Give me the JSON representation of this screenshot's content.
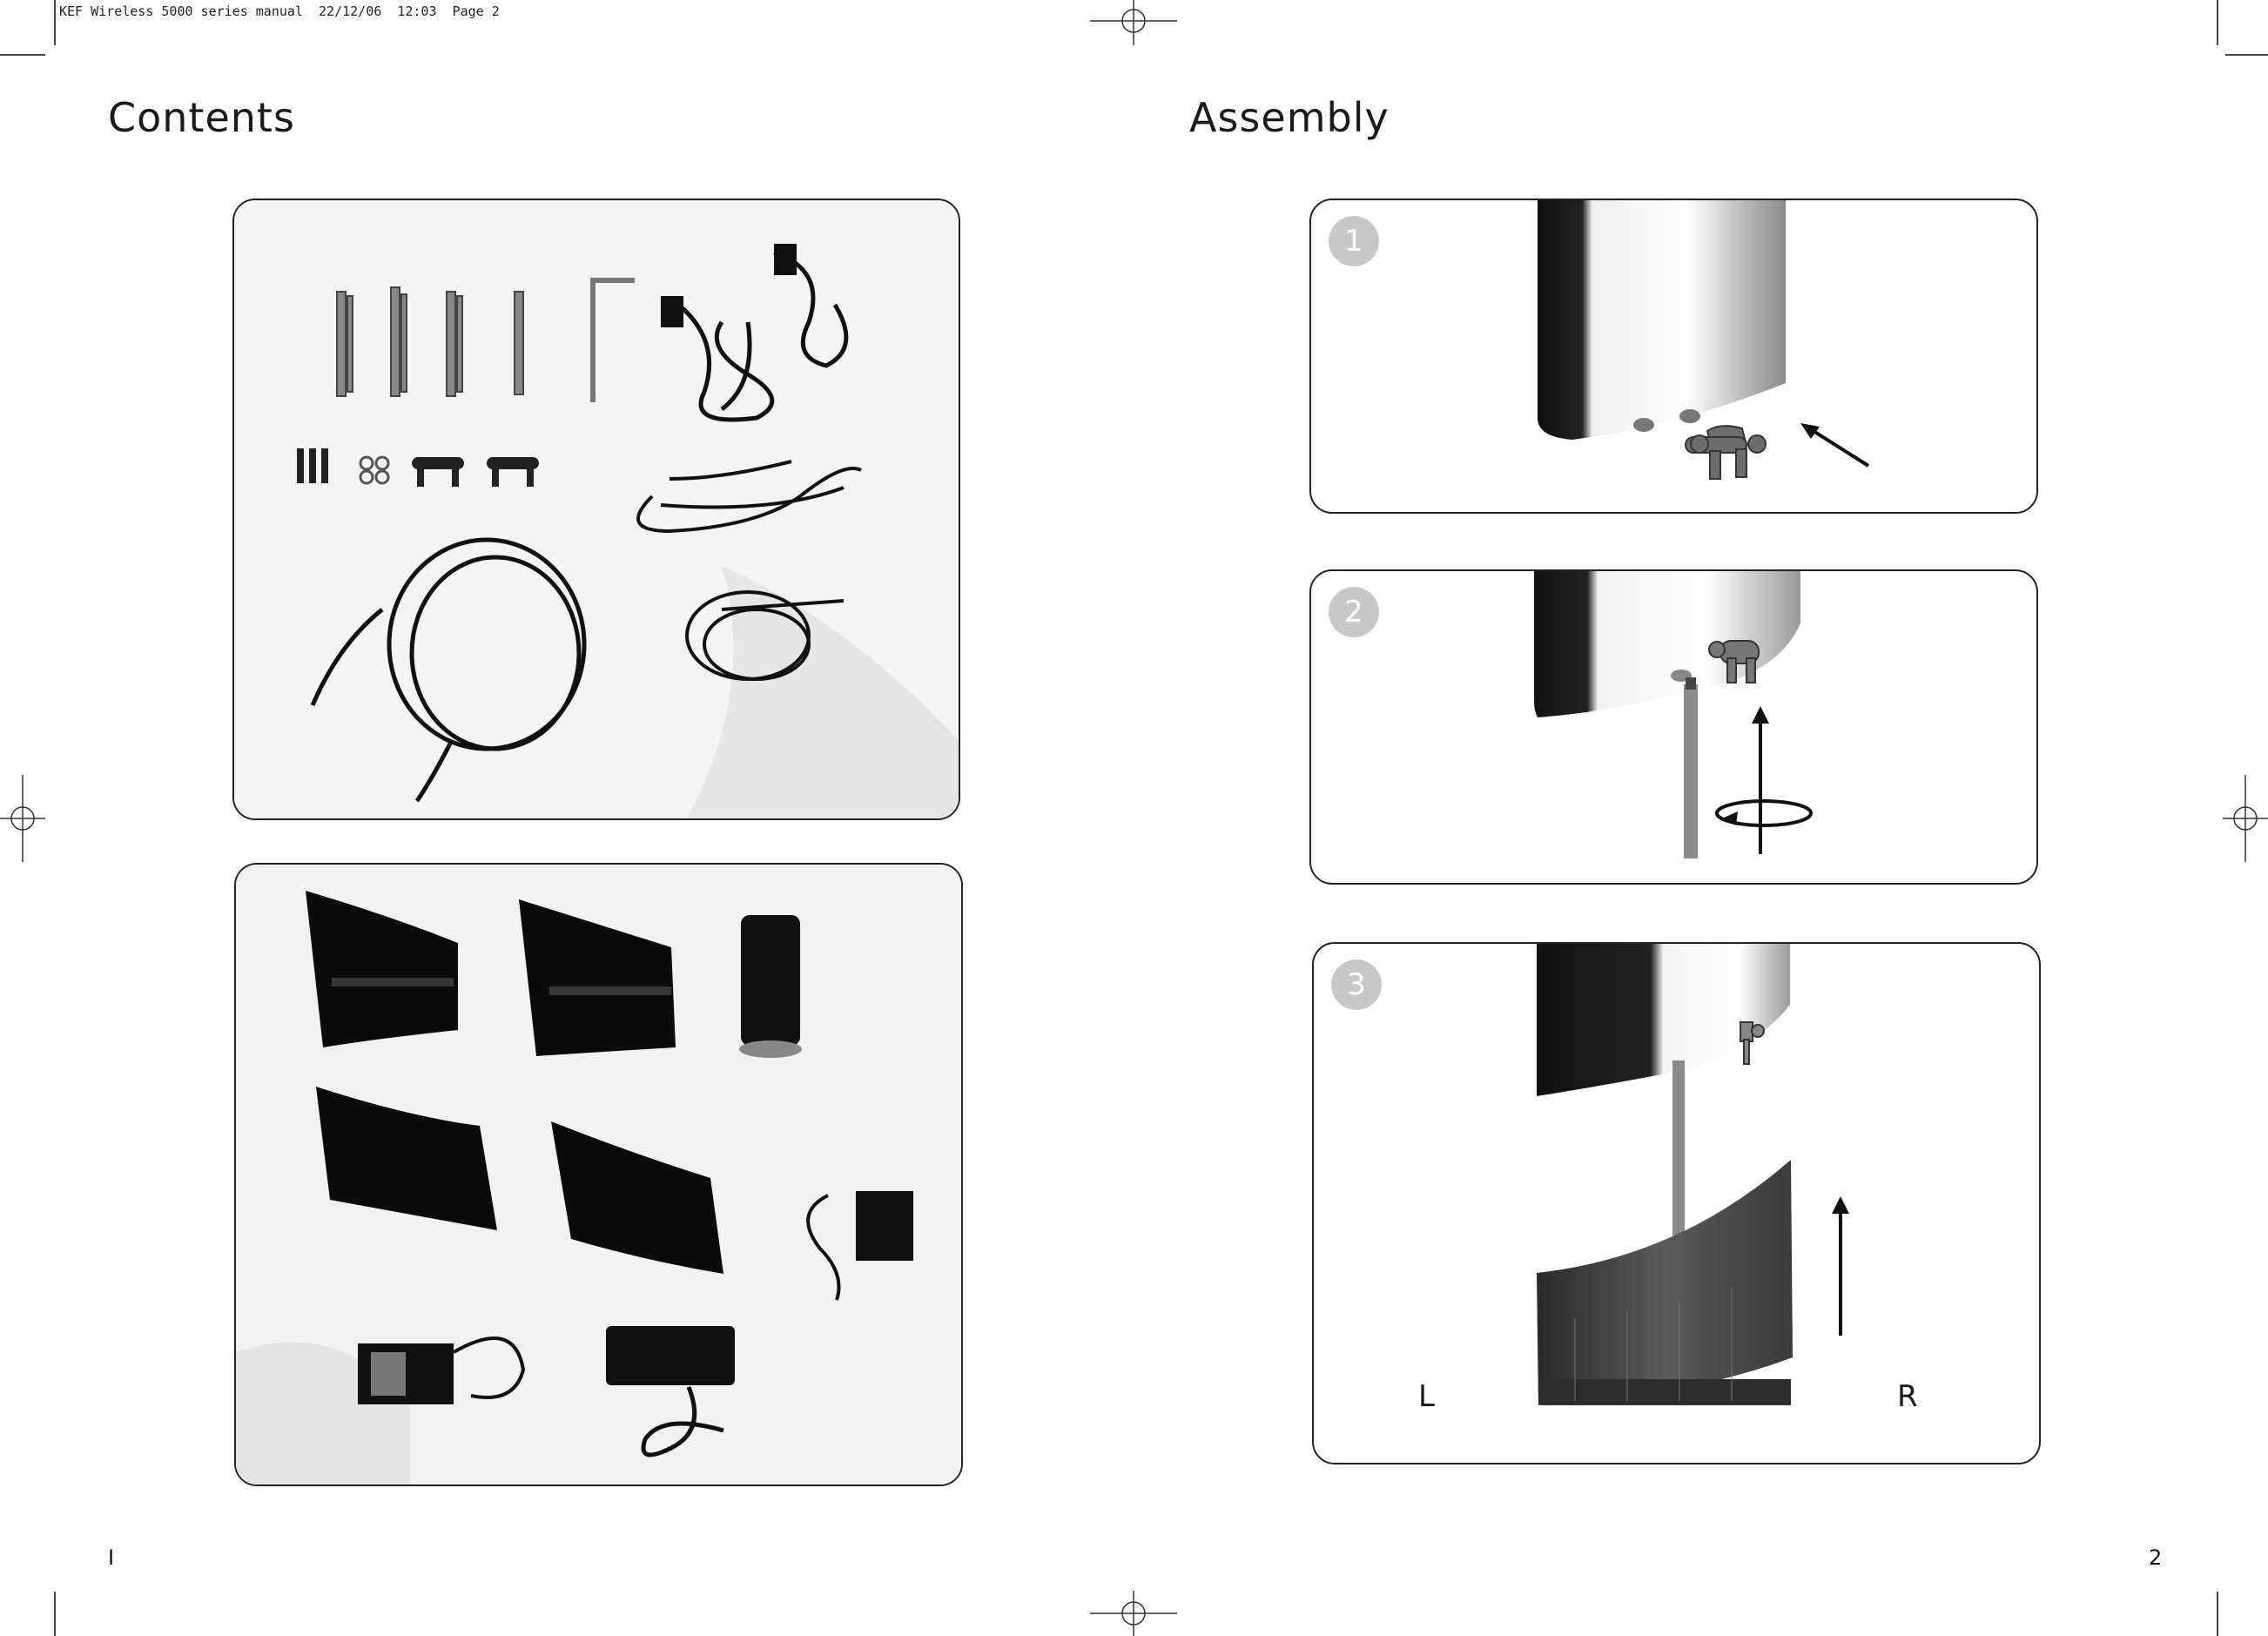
{
  "slug": "KEF Wireless 5000 series manual  22/12/06  12:03  Page 2",
  "left_page": {
    "heading": "Contents",
    "page_number": "I"
  },
  "right_page": {
    "heading": "Assembly",
    "page_number": "2",
    "steps": [
      {
        "number": "1"
      },
      {
        "number": "2"
      },
      {
        "number": "3",
        "left_label": "L",
        "right_label": "R"
      }
    ]
  }
}
